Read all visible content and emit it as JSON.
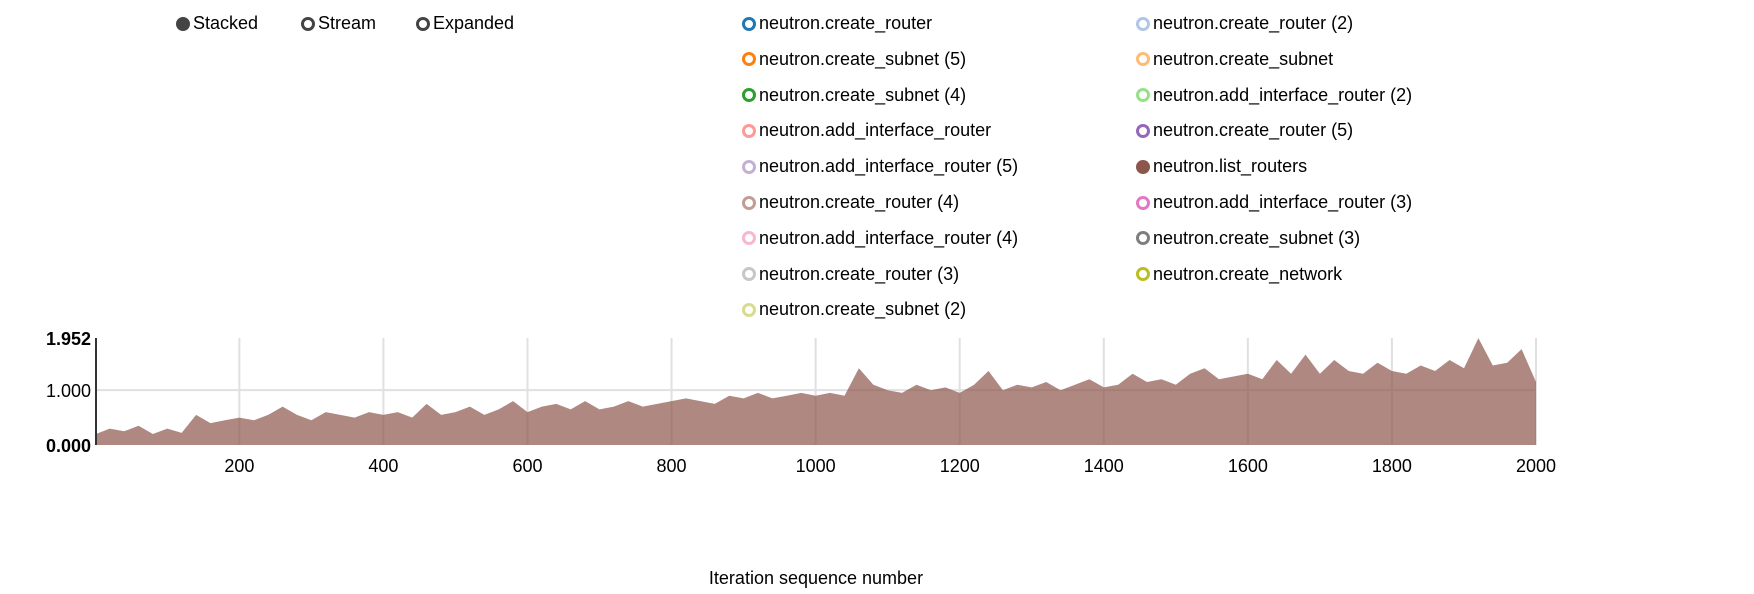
{
  "controls": [
    {
      "label": "Stacked",
      "selected": true
    },
    {
      "label": "Stream",
      "selected": false
    },
    {
      "label": "Expanded",
      "selected": false
    }
  ],
  "legend": [
    {
      "label": "neutron.create_router",
      "color": "#1f77b4",
      "enabled": false
    },
    {
      "label": "neutron.create_router (2)",
      "color": "#aec7e8",
      "enabled": false
    },
    {
      "label": "neutron.create_subnet (5)",
      "color": "#ff7f0e",
      "enabled": false
    },
    {
      "label": "neutron.create_subnet",
      "color": "#ffbb78",
      "enabled": false
    },
    {
      "label": "neutron.create_subnet (4)",
      "color": "#2ca02c",
      "enabled": false
    },
    {
      "label": "neutron.add_interface_router (2)",
      "color": "#98df8a",
      "enabled": false
    },
    {
      "label": "neutron.add_interface_router",
      "color": "#ff9896",
      "enabled": false
    },
    {
      "label": "neutron.create_router (5)",
      "color": "#9467bd",
      "enabled": false
    },
    {
      "label": "neutron.add_interface_router (5)",
      "color": "#c5b0d5",
      "enabled": false
    },
    {
      "label": "neutron.list_routers",
      "color": "#8c564b",
      "enabled": true
    },
    {
      "label": "neutron.create_router (4)",
      "color": "#c49c94",
      "enabled": false
    },
    {
      "label": "neutron.add_interface_router (3)",
      "color": "#e377c2",
      "enabled": false
    },
    {
      "label": "neutron.add_interface_router (4)",
      "color": "#f7b6d2",
      "enabled": false
    },
    {
      "label": "neutron.create_subnet (3)",
      "color": "#7f7f7f",
      "enabled": false
    },
    {
      "label": "neutron.create_router (3)",
      "color": "#c7c7c7",
      "enabled": false
    },
    {
      "label": "neutron.create_network",
      "color": "#bcbd22",
      "enabled": false
    },
    {
      "label": "neutron.create_subnet (2)",
      "color": "#dbdb8d",
      "enabled": false
    }
  ],
  "chart_data": {
    "type": "area",
    "stacked": true,
    "xlabel": "Iteration sequence number",
    "ylabel": "",
    "xlim": [
      1,
      2000
    ],
    "ylim": [
      0,
      1.952
    ],
    "x_ticks": [
      "200",
      "400",
      "600",
      "800",
      "1000",
      "1200",
      "1400",
      "1600",
      "1800",
      "2000"
    ],
    "y_ticks": [
      "0.000",
      "1.000",
      "1.952"
    ],
    "grid": true,
    "series": [
      {
        "name": "neutron.list_routers",
        "color": "#8c564b",
        "points": [
          [
            1,
            0.2
          ],
          [
            20,
            0.3
          ],
          [
            40,
            0.25
          ],
          [
            60,
            0.35
          ],
          [
            80,
            0.2
          ],
          [
            100,
            0.3
          ],
          [
            120,
            0.22
          ],
          [
            140,
            0.55
          ],
          [
            160,
            0.4
          ],
          [
            180,
            0.45
          ],
          [
            200,
            0.5
          ],
          [
            220,
            0.45
          ],
          [
            240,
            0.55
          ],
          [
            260,
            0.7
          ],
          [
            280,
            0.55
          ],
          [
            300,
            0.45
          ],
          [
            320,
            0.6
          ],
          [
            340,
            0.55
          ],
          [
            360,
            0.5
          ],
          [
            380,
            0.6
          ],
          [
            400,
            0.55
          ],
          [
            420,
            0.6
          ],
          [
            440,
            0.5
          ],
          [
            460,
            0.75
          ],
          [
            480,
            0.55
          ],
          [
            500,
            0.6
          ],
          [
            520,
            0.7
          ],
          [
            540,
            0.55
          ],
          [
            560,
            0.65
          ],
          [
            580,
            0.8
          ],
          [
            600,
            0.6
          ],
          [
            620,
            0.7
          ],
          [
            640,
            0.75
          ],
          [
            660,
            0.65
          ],
          [
            680,
            0.8
          ],
          [
            700,
            0.65
          ],
          [
            720,
            0.7
          ],
          [
            740,
            0.8
          ],
          [
            760,
            0.7
          ],
          [
            780,
            0.75
          ],
          [
            800,
            0.8
          ],
          [
            820,
            0.85
          ],
          [
            840,
            0.8
          ],
          [
            860,
            0.75
          ],
          [
            880,
            0.9
          ],
          [
            900,
            0.85
          ],
          [
            920,
            0.95
          ],
          [
            940,
            0.85
          ],
          [
            960,
            0.9
          ],
          [
            980,
            0.95
          ],
          [
            1000,
            0.9
          ],
          [
            1020,
            0.95
          ],
          [
            1040,
            0.9
          ],
          [
            1060,
            1.4
          ],
          [
            1080,
            1.1
          ],
          [
            1100,
            1.0
          ],
          [
            1120,
            0.95
          ],
          [
            1140,
            1.1
          ],
          [
            1160,
            1.0
          ],
          [
            1180,
            1.05
          ],
          [
            1200,
            0.95
          ],
          [
            1220,
            1.1
          ],
          [
            1240,
            1.35
          ],
          [
            1260,
            1.0
          ],
          [
            1280,
            1.1
          ],
          [
            1300,
            1.05
          ],
          [
            1320,
            1.15
          ],
          [
            1340,
            1.0
          ],
          [
            1360,
            1.1
          ],
          [
            1380,
            1.2
          ],
          [
            1400,
            1.05
          ],
          [
            1420,
            1.1
          ],
          [
            1440,
            1.3
          ],
          [
            1460,
            1.15
          ],
          [
            1480,
            1.2
          ],
          [
            1500,
            1.1
          ],
          [
            1520,
            1.3
          ],
          [
            1540,
            1.4
          ],
          [
            1560,
            1.2
          ],
          [
            1580,
            1.25
          ],
          [
            1600,
            1.3
          ],
          [
            1620,
            1.2
          ],
          [
            1640,
            1.55
          ],
          [
            1660,
            1.3
          ],
          [
            1680,
            1.65
          ],
          [
            1700,
            1.3
          ],
          [
            1720,
            1.55
          ],
          [
            1740,
            1.35
          ],
          [
            1760,
            1.3
          ],
          [
            1780,
            1.5
          ],
          [
            1800,
            1.35
          ],
          [
            1820,
            1.3
          ],
          [
            1840,
            1.45
          ],
          [
            1860,
            1.35
          ],
          [
            1880,
            1.55
          ],
          [
            1900,
            1.4
          ],
          [
            1920,
            1.95
          ],
          [
            1940,
            1.45
          ],
          [
            1960,
            1.5
          ],
          [
            1980,
            1.75
          ],
          [
            2000,
            1.15
          ]
        ]
      }
    ]
  }
}
